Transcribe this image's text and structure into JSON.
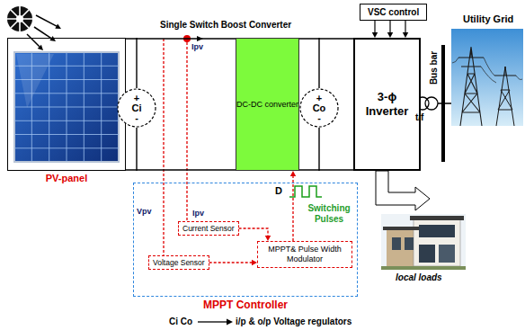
{
  "diagram": {
    "nodes": [
      {
        "text": [
          "PV-panel"
        ]
      },
      {
        "text": [
          "+",
          "Ci",
          "-"
        ]
      },
      {
        "text": [
          "DC-DC converter"
        ]
      },
      {
        "text": [
          "+",
          "Co",
          "-"
        ]
      },
      {
        "text": [
          "3-ϕ Inverter"
        ]
      },
      {
        "text": [
          "VSC control"
        ]
      },
      {
        "text": [
          "MPPT Controller"
        ]
      },
      {
        "text": [
          "Current Sensor"
        ],
        "in": 6
      },
      {
        "text": [
          "Voltage Sensor"
        ],
        "in": 6
      },
      {
        "text": [
          "MPPT& Pulse Width Modulator"
        ],
        "in": 6
      }
    ],
    "edges": [
      {
        "from": 0,
        "to": 2,
        "arrow": "none"
      },
      {
        "from": 2,
        "to": 4,
        "arrow": "none"
      },
      {
        "from": 5,
        "to": 4,
        "arrow": "to"
      },
      {
        "from": 7,
        "to": 9,
        "arrow": "to"
      },
      {
        "from": 8,
        "to": 9,
        "arrow": "to"
      },
      {
        "from": 9,
        "to": 2,
        "arrow": "to"
      }
    ],
    "labels": [
      "Single Switch Boost Converter",
      "Ipv",
      "Vpv",
      "Ipv",
      "Switching Pulses",
      "D",
      "t/f",
      "Bus bar",
      "Utility Grid",
      "local loads",
      "Ci Co",
      "i/p & o/p Voltage regulators"
    ]
  }
}
